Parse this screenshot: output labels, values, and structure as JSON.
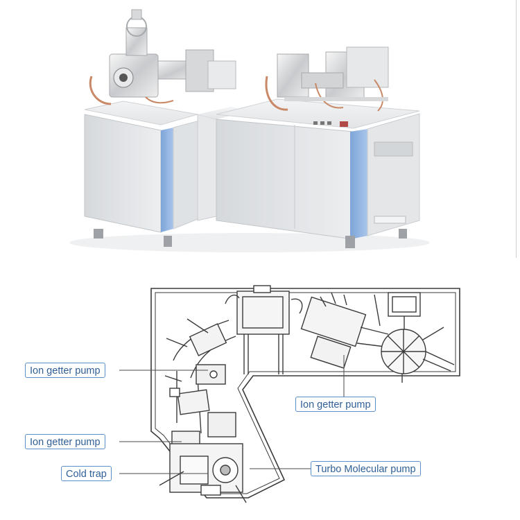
{
  "labels": {
    "ion_getter_pump_1": "Ion getter pump",
    "ion_getter_pump_2": "Ion getter pump",
    "ion_getter_pump_3": "Ion getter pump",
    "cold_trap": "Cold trap",
    "turbo_molecular_pump": "Turbo Molecular pump"
  },
  "colors": {
    "label_border": "#5b8fc9",
    "label_text": "#2f5f96",
    "cabinet_blue": "#8fb3e0",
    "cabinet_grey": "#dcdfe2",
    "line_drawing": "#3a3a3a"
  }
}
